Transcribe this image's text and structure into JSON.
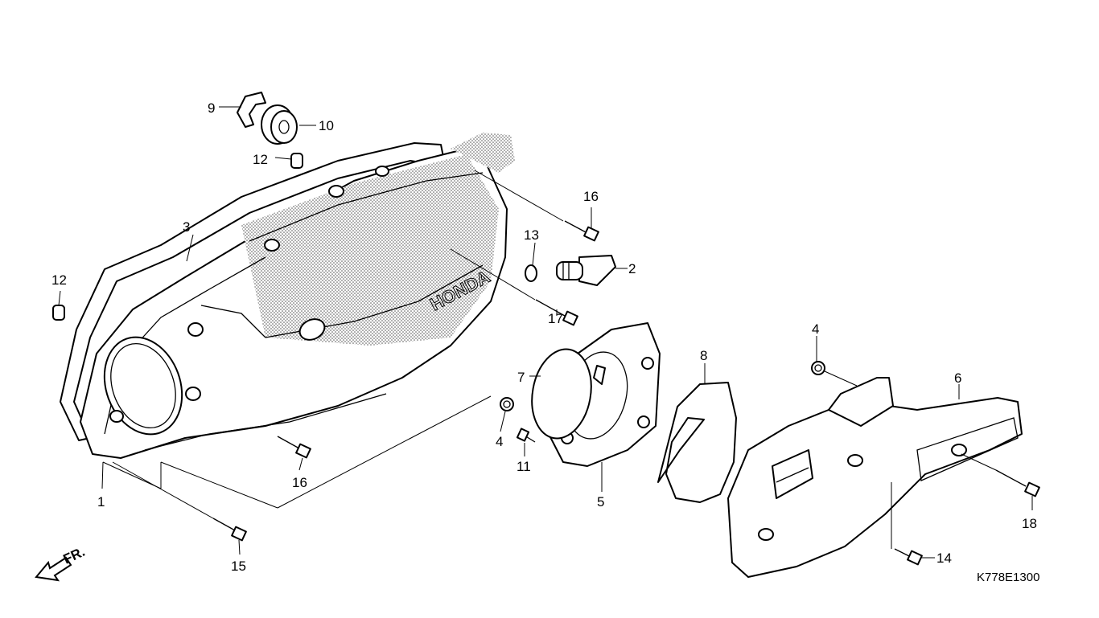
{
  "diagram": {
    "code": "K778E1300",
    "direction_label": "FR.",
    "callouts": {
      "p1": "1",
      "p2": "2",
      "p3": "3",
      "p4a": "4",
      "p4b": "4",
      "p5": "5",
      "p6": "6",
      "p7": "7",
      "p8": "8",
      "p9": "9",
      "p10": "10",
      "p11": "11",
      "p12a": "12",
      "p12b": "12",
      "p13": "13",
      "p14": "14",
      "p15": "15",
      "p16a": "16",
      "p16b": "16",
      "p17": "17",
      "p18": "18"
    }
  }
}
